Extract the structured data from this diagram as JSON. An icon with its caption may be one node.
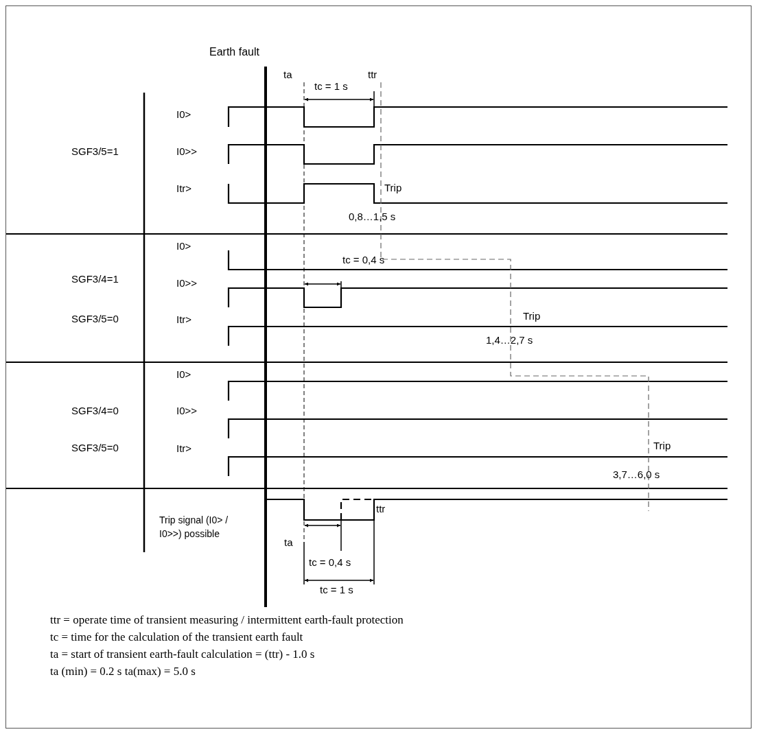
{
  "diagram": {
    "labels": [
      "Earth fault",
      "ta",
      "ttr",
      "tc = 1 s",
      "I0>",
      "SGF3/5=1",
      "I0>>",
      "Itr>",
      "Trip",
      "0,8…1,5 s",
      "I0>",
      "SGF3/4=1",
      "tc = 0,4 s",
      "I0>>",
      "SGF3/5=0",
      "Trip",
      "Itr>",
      "1,4…2,7 s",
      "I0>",
      "SGF3/4=0",
      "I0>>",
      "SGF3/5=0",
      "Trip",
      "Itr>",
      "3,7…6,0 s",
      "ttr",
      "Trip signal (I0> / I0>>) possible",
      "ta",
      "tc = 0,4 s",
      "tc = 1 s",
      "ttr = operate time of transient measuring / intermittent earth-fault protection",
      "tc = time for the calculation of the transient earth fault",
      "ta = start of transient earth-fault calculation = (ttr) - 1.0 s",
      "ta (min) = 0.2 s ta(max) = 5.0 s"
    ]
  }
}
